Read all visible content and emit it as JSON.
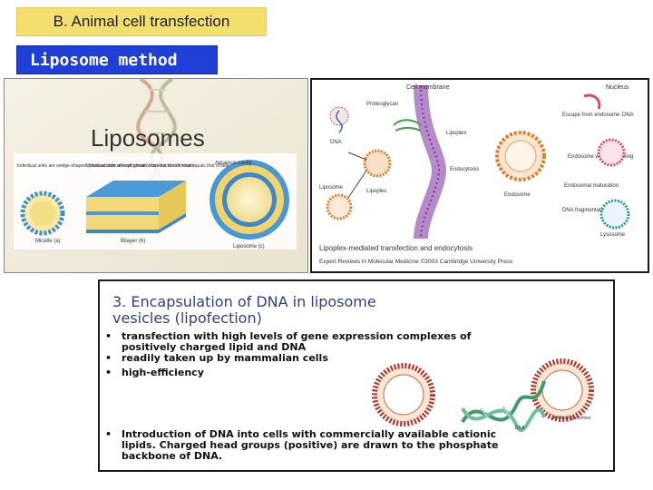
{
  "header": {
    "title": "B. Animal cell transfection",
    "subtitle": "Liposome method"
  },
  "left_panel": {
    "heading": "Liposomes",
    "note_micelle": "Individual units are wedge-shaped (cross-section of head greater than that of side chain)",
    "note_bilayer": "Individual units are cylindrical (cross-section of head equals that of side chain)",
    "note_aqueous": "Aqueous cavity",
    "labels": [
      {
        "name": "Micelle",
        "tag": "(a)"
      },
      {
        "name": "Bilayer",
        "tag": "(b)"
      },
      {
        "name": "Liposome",
        "tag": "(c)"
      }
    ]
  },
  "right_panel": {
    "labels": {
      "cell_membrane": "Cell membrane",
      "nucleus": "Nucleus",
      "proteoglycan": "Proteoglycan",
      "dna": "DNA",
      "dna_right": "DNA",
      "lipoplex_top": "Lipoplex",
      "lipoplex_left": "Lipoplex",
      "liposome": "Liposome",
      "endocytosis": "Endocytosis",
      "endosome": "Endosome",
      "escape": "Escape from endosome",
      "endosome_mixing": "Endosome with lipid mixing",
      "endosomal_maturation": "Endosomal maturation",
      "dna_fragmentation": "DNA fragmentation",
      "lysosome": "Lysosome",
      "caption": "Lipoplex-mediated transfection and endocytosis",
      "credit": "Expert Reviews in Molecular Medicine ©2003 Cambridge University Press"
    }
  },
  "bottom_panel": {
    "title_line1": "3.  Encapsulation of DNA in liposome",
    "title_line2": "vesicles (lipofection)",
    "bullets": [
      "transfection with high levels of gene expression complexes of positively charged lipid and DNA",
      "readily taken up by mammalian cells",
      "high-efficiency"
    ],
    "last_bullet_line1": "Introduction of DNA into cells with commercially available cationic",
    "last_bullet_line2": "lipids.  Charged head groups (positive) are drawn to the phosphate",
    "last_bullet_line3": "backbone of DNA.",
    "figure_label": "Artificial liposomes",
    "dna_label": "DNA"
  }
}
